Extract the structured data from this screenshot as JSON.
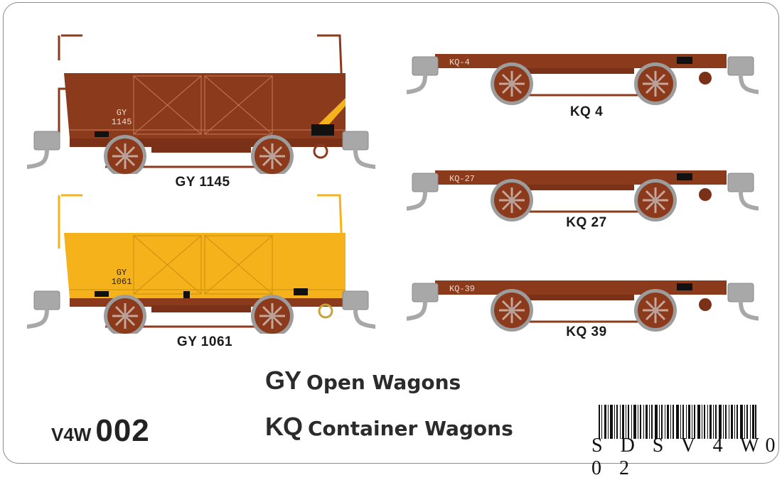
{
  "card": {
    "border_color": "#8a8a8a"
  },
  "wagons": [
    {
      "id": "gy1145",
      "caption": "GY 1145",
      "body_text_line1": "GY",
      "body_text_line2": "1145",
      "color": "#8b3a1c",
      "type": "open"
    },
    {
      "id": "gy1061",
      "caption": "GY 1061",
      "body_text_line1": "GY",
      "body_text_line2": "1061",
      "color": "#f5b21a",
      "type": "open"
    },
    {
      "id": "kq4",
      "caption": "KQ 4",
      "body_text": "KQ-4",
      "color": "#8b3a1c",
      "type": "flat"
    },
    {
      "id": "kq27",
      "caption": "KQ 27",
      "body_text": "KQ-27",
      "color": "#8b3a1c",
      "type": "flat"
    },
    {
      "id": "kq39",
      "caption": "KQ 39",
      "body_text": "KQ-39",
      "color": "#8b3a1c",
      "type": "flat"
    }
  ],
  "product": {
    "prefix": "V4W",
    "number": "002"
  },
  "titles": [
    {
      "code": "GY",
      "desc": "Open Wagons"
    },
    {
      "code": "KQ",
      "desc": "Container Wagons"
    }
  ],
  "barcode": {
    "text": "SDSV4W002",
    "display": "S D S V 4 W0 0 2"
  },
  "colors": {
    "vr_red": "#8b3a1c",
    "vr_yellow": "#f5b21a",
    "wheel_grey": "#9a9a9a",
    "coupler_grey": "#a8a8a8"
  }
}
